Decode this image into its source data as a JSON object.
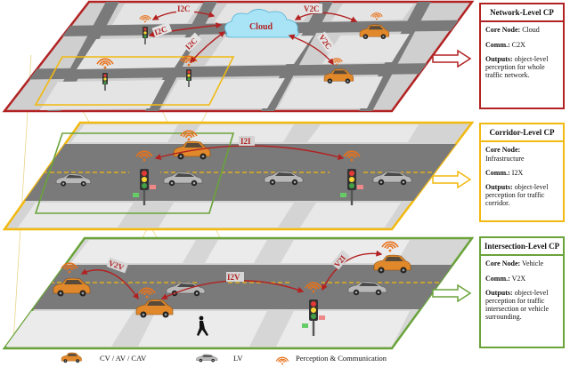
{
  "layers": {
    "network": {
      "links": [
        "I2C",
        "I2C",
        "I2C",
        "V2C",
        "V2C"
      ],
      "cloud_label": "Cloud"
    },
    "corridor": {
      "links": [
        "I2I"
      ]
    },
    "intersection": {
      "links": [
        "V2V",
        "I2V",
        "V2I"
      ]
    }
  },
  "panels": {
    "network": {
      "title": "Network-Level CP",
      "core_label": "Core Node:",
      "core_value": "Cloud",
      "comm_label": "Comm.:",
      "comm_value": "C2X",
      "outputs_label": "Outputs:",
      "outputs_value": "object-level perception for whole traffic network."
    },
    "corridor": {
      "title": "Corridor-Level CP",
      "core_label": "Core Node:",
      "core_value": "Infrastructure",
      "comm_label": "Comm.:",
      "comm_value": "I2X",
      "outputs_label": "Outputs:",
      "outputs_value": "object-level perception for traffic corridor."
    },
    "intersection": {
      "title": "Intersection-Level CP",
      "core_label": "Core Node:",
      "core_value": "Vehicle",
      "comm_label": "Comm.:",
      "comm_value": "V2X",
      "outputs_label": "Outputs:",
      "outputs_value": "object-level perception for traffic intersection or vehicle surrounding."
    }
  },
  "legend": {
    "cav": "CV / AV / CAV",
    "lv": "LV",
    "perception": "Perception & Communication"
  },
  "colors": {
    "network": "#b22222",
    "corridor": "#f2b90f",
    "intersection": "#6aa33a",
    "cav_car": "#e0882a",
    "lv_car": "#b8b8b8",
    "wifi": "#e8731c",
    "cloud": "#a8e4f6",
    "road": "#7a7a7a",
    "block": "#d4d4d4"
  }
}
